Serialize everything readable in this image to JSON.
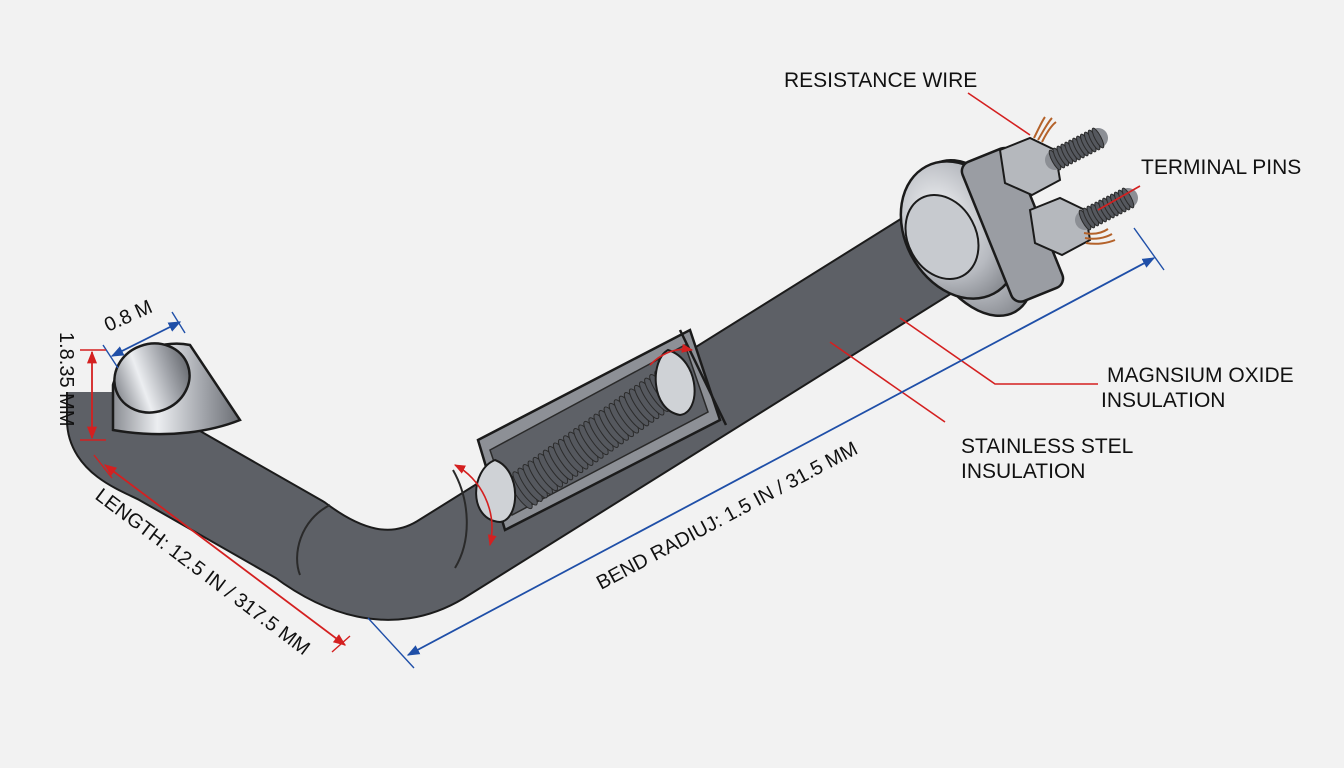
{
  "labels": {
    "resistance_wire": "RESISTANCE WIRE",
    "terminal_pins": "TERMINAL PINS",
    "magnesium_line1": "MAGNSIUM OXIDE",
    "magnesium_line2": "INSULATION",
    "stainless_line1": "STAINLESS STEL",
    "stainless_line2": "INSULATION"
  },
  "dimensions": {
    "diameter": "0.8 M",
    "height": "1.8.35 MM",
    "length": "LENGTH: 12.5 IN / 317.5 MM",
    "bend_radius": "BEND RADIUJ: 1.5 IN / 31.5 MM"
  },
  "colors": {
    "background": "#f2f2f2",
    "leader_red": "#d42020",
    "dimension_blue": "#1f4fa8",
    "steel": "#b9bcc1"
  }
}
